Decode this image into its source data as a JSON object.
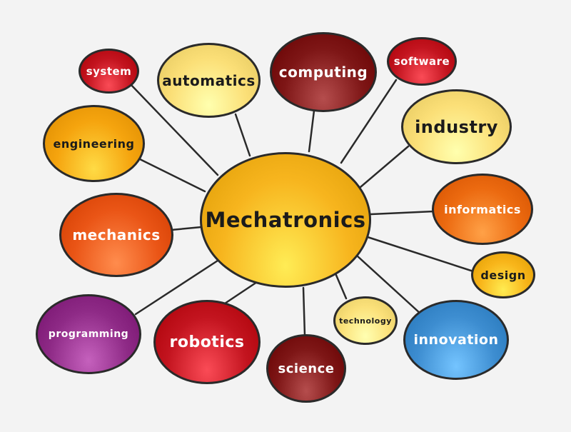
{
  "center": {
    "label": "Mechatronics",
    "color": "#f7b51e"
  },
  "nodes": [
    {
      "id": "system",
      "label": "system",
      "color": "#c3141f"
    },
    {
      "id": "automatics",
      "label": "automatics",
      "color": "#fbdf77"
    },
    {
      "id": "computing",
      "label": "computing",
      "color": "#7e1616"
    },
    {
      "id": "software",
      "label": "software",
      "color": "#c3141f"
    },
    {
      "id": "industry",
      "label": "industry",
      "color": "#fbdf77"
    },
    {
      "id": "engineering",
      "label": "engineering",
      "color": "#f5a40e"
    },
    {
      "id": "informatics",
      "label": "informatics",
      "color": "#ec6a10"
    },
    {
      "id": "mechanics",
      "label": "mechanics",
      "color": "#ea5516"
    },
    {
      "id": "design",
      "label": "design",
      "color": "#f8b51a"
    },
    {
      "id": "technology",
      "label": "technology",
      "color": "#fbe17a"
    },
    {
      "id": "programming",
      "label": "programming",
      "color": "#8e2a86"
    },
    {
      "id": "robotics",
      "label": "robotics",
      "color": "#c3141f"
    },
    {
      "id": "science",
      "label": "science",
      "color": "#7e1616"
    },
    {
      "id": "innovation",
      "label": "innovation",
      "color": "#3d8dd0"
    }
  ]
}
